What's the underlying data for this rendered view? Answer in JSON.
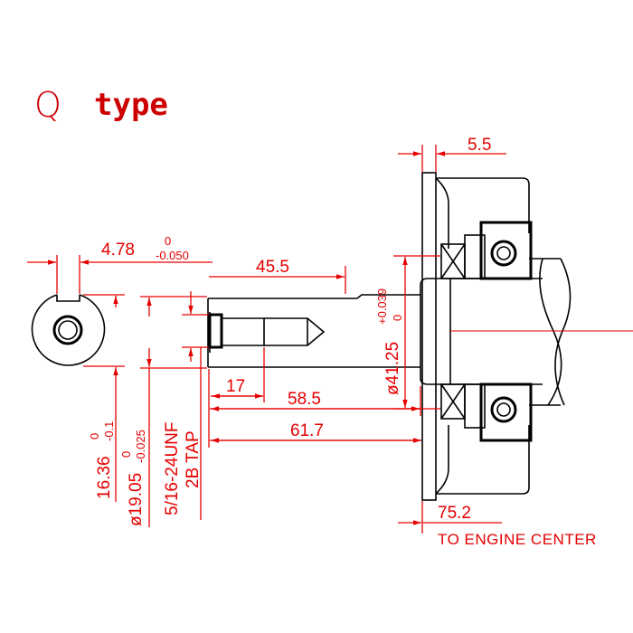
{
  "title": {
    "letter": "Q",
    "word": "type"
  },
  "dimensions": {
    "flange_thickness": "5.5",
    "keyway_width": "4.78",
    "keyway_width_tol_upper": "0",
    "keyway_width_tol_lower": "-0.050",
    "shaft_length_keyed": "45.5",
    "bearing_dia": "ø41.25",
    "bearing_dia_tol_upper": "+0.039",
    "bearing_dia_tol_lower": "0",
    "tap_depth": "17",
    "shaft_length_58": "58.5",
    "shaft_length_61": "61.7",
    "key_height": "16.36",
    "key_height_tol_upper": "0",
    "key_height_tol_lower": "-0.1",
    "shaft_dia": "ø19.05",
    "shaft_dia_tol_upper": "0",
    "shaft_dia_tol_lower": "-0.025",
    "thread_spec": "5/16-24UNF",
    "thread_note": "2B TAP",
    "engine_center_dist": "75.2",
    "engine_center_note": "TO ENGINE CENTER"
  }
}
